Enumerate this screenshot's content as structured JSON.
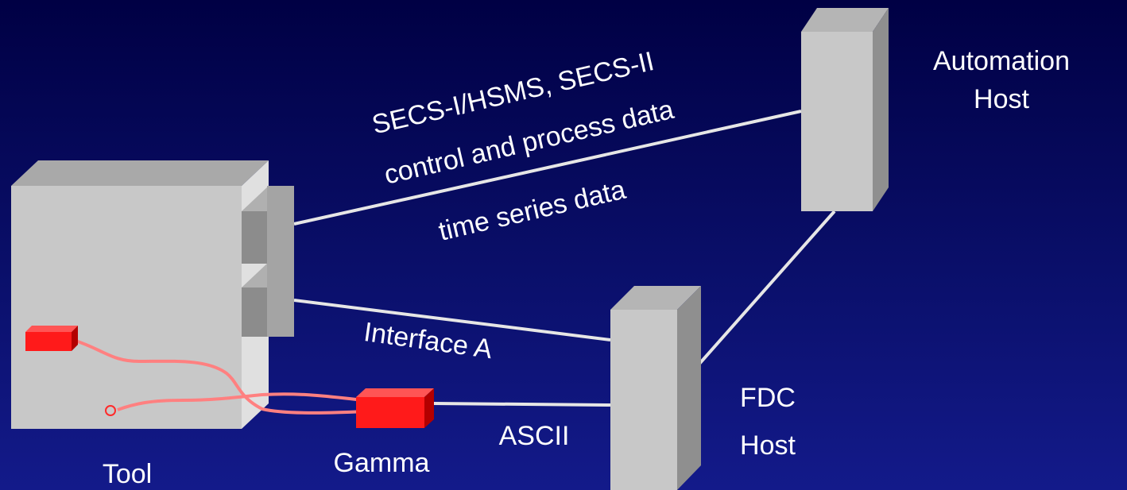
{
  "labels": {
    "automation_host": [
      "Automation",
      "Host"
    ],
    "secs_line1": "SECS-I/HSMS, SECS-II",
    "secs_line2": "control and process data",
    "time_series": "time series data",
    "interface_a": "Interface A",
    "fdc_host": [
      "FDC",
      "Host"
    ],
    "ascii": "ASCII",
    "gamma": "Gamma",
    "tool": "Tool"
  },
  "colors": {
    "background_top": "#000044",
    "background_bottom": "#131a8a",
    "box_front": "#c8c8c8",
    "box_top": "#a9a9a9",
    "box_side": "#8f8f8f",
    "connector_line": "#e6e6e6",
    "sensor_red": "#ff1a1a",
    "sensor_wire": "#ff8080"
  }
}
